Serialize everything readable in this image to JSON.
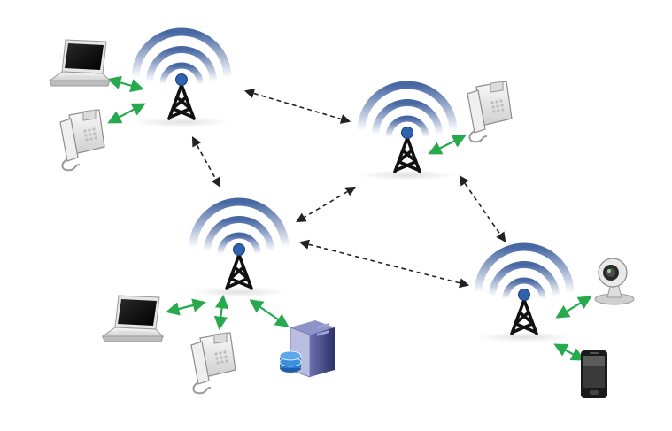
{
  "diagram": {
    "nodes": [
      {
        "id": "tower-a",
        "type": "tower-icon"
      },
      {
        "id": "tower-b",
        "type": "tower-icon"
      },
      {
        "id": "tower-c",
        "type": "tower-icon"
      },
      {
        "id": "tower-d",
        "type": "tower-icon"
      },
      {
        "id": "laptop-a",
        "type": "laptop-icon"
      },
      {
        "id": "phone-a",
        "type": "desk-phone-icon"
      },
      {
        "id": "phone-b",
        "type": "desk-phone-icon"
      },
      {
        "id": "laptop-c",
        "type": "laptop-icon"
      },
      {
        "id": "phone-c",
        "type": "desk-phone-icon"
      },
      {
        "id": "server-c",
        "type": "server-icon"
      },
      {
        "id": "webcam-d",
        "type": "webcam-icon"
      },
      {
        "id": "mobile-d",
        "type": "mobile-phone-icon"
      }
    ],
    "links": [
      {
        "from": "tower-a",
        "to": "tower-b",
        "kind": "wireless-backbone"
      },
      {
        "from": "tower-a",
        "to": "tower-c",
        "kind": "wireless-backbone"
      },
      {
        "from": "tower-b",
        "to": "tower-c",
        "kind": "wireless-backbone"
      },
      {
        "from": "tower-b",
        "to": "tower-d",
        "kind": "wireless-backbone"
      },
      {
        "from": "tower-c",
        "to": "tower-d",
        "kind": "wireless-backbone"
      },
      {
        "from": "tower-a",
        "to": "laptop-a",
        "kind": "device-link"
      },
      {
        "from": "tower-a",
        "to": "phone-a",
        "kind": "device-link"
      },
      {
        "from": "tower-b",
        "to": "phone-b",
        "kind": "device-link"
      },
      {
        "from": "tower-c",
        "to": "laptop-c",
        "kind": "device-link"
      },
      {
        "from": "tower-c",
        "to": "phone-c",
        "kind": "device-link"
      },
      {
        "from": "tower-c",
        "to": "server-c",
        "kind": "device-link"
      },
      {
        "from": "tower-d",
        "to": "webcam-d",
        "kind": "device-link"
      },
      {
        "from": "tower-d",
        "to": "mobile-d",
        "kind": "device-link"
      }
    ],
    "colors": {
      "wave": "#3d5f9e",
      "beacon": "#2f63ad",
      "tower": "#111111",
      "backbone_link": "#222222",
      "device_link": "#27a94e",
      "device_body": "#f2f2f2",
      "server_body": "#4a4f8e",
      "disk": "#2d7cc7"
    }
  }
}
